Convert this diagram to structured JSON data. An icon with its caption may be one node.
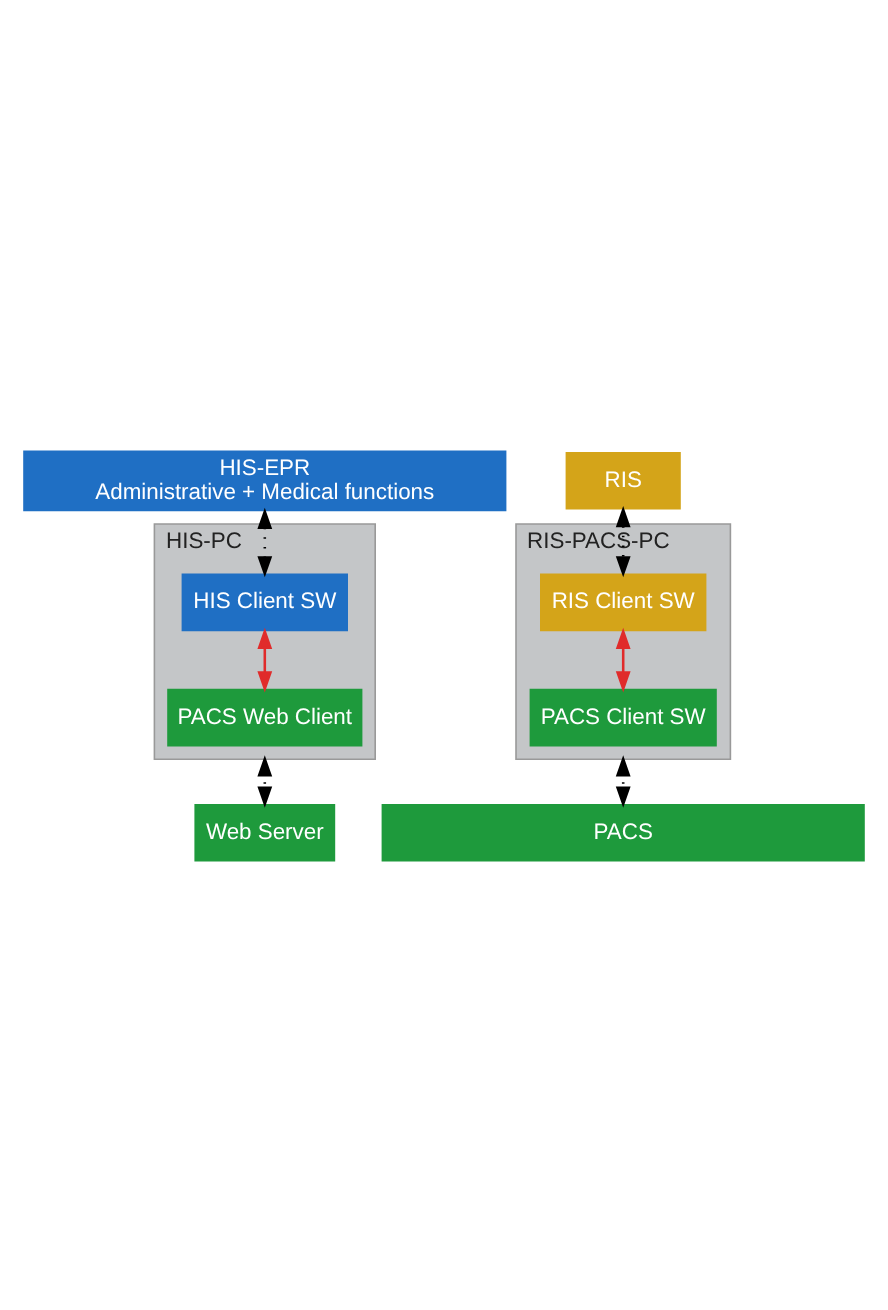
{
  "diagram": {
    "nodes": [
      {
        "text": [
          "HIS-EPR",
          "Administrative + Medical functions"
        ]
      },
      {
        "text": [
          "RIS"
        ]
      },
      {
        "text": [
          "RIS-PACS-PC"
        ]
      },
      {
        "text": [
          "RIS Client SW"
        ],
        "in": 2
      },
      {
        "text": [
          "PACS Client SW"
        ],
        "in": 2
      },
      {
        "text": [
          "HIS-PC"
        ]
      },
      {
        "text": [
          "HIS Client SW"
        ],
        "in": 5
      },
      {
        "text": [
          "PACS Web Client"
        ],
        "in": 5
      },
      {
        "text": [
          "Web Server"
        ]
      },
      {
        "text": [
          "PACS"
        ]
      }
    ],
    "edges": [
      {
        "from": 1,
        "to": 3,
        "arrow": "both",
        "style": "dashed"
      },
      {
        "from": 0,
        "to": 6,
        "arrow": "both",
        "style": "dashed"
      },
      {
        "from": 3,
        "to": 4,
        "arrow": "both",
        "color": "#e02b2b"
      },
      {
        "from": 6,
        "to": 7,
        "arrow": "both",
        "color": "#e02b2b"
      },
      {
        "from": 2,
        "to": 9,
        "arrow": "both",
        "style": "dashed"
      },
      {
        "from": 5,
        "to": 8,
        "arrow": "both",
        "style": "dashed"
      }
    ]
  }
}
